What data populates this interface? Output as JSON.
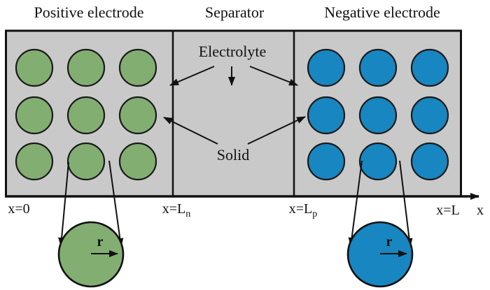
{
  "diagram": {
    "titles": {
      "positive": "Positive electrode",
      "separator": "Separator",
      "negative": "Negative electrode"
    },
    "labels": {
      "electrolyte": "Electrolyte",
      "solid": "Solid",
      "radius_positive": "r",
      "radius_negative": "r"
    },
    "axis": {
      "origin": "x=0",
      "ln": {
        "prefix": "x=L",
        "sub": "n"
      },
      "lp": {
        "prefix": "x=L",
        "sub": "p"
      },
      "end": "x=L",
      "axis_name": "x"
    },
    "particles": {
      "positive_rows": 3,
      "positive_cols": 3,
      "negative_rows": 3,
      "negative_cols": 3
    },
    "colors": {
      "positive_particle": "#83ae72",
      "negative_particle": "#1886c0",
      "electrode_background": "#c9c9c9",
      "line": "#111111"
    }
  }
}
